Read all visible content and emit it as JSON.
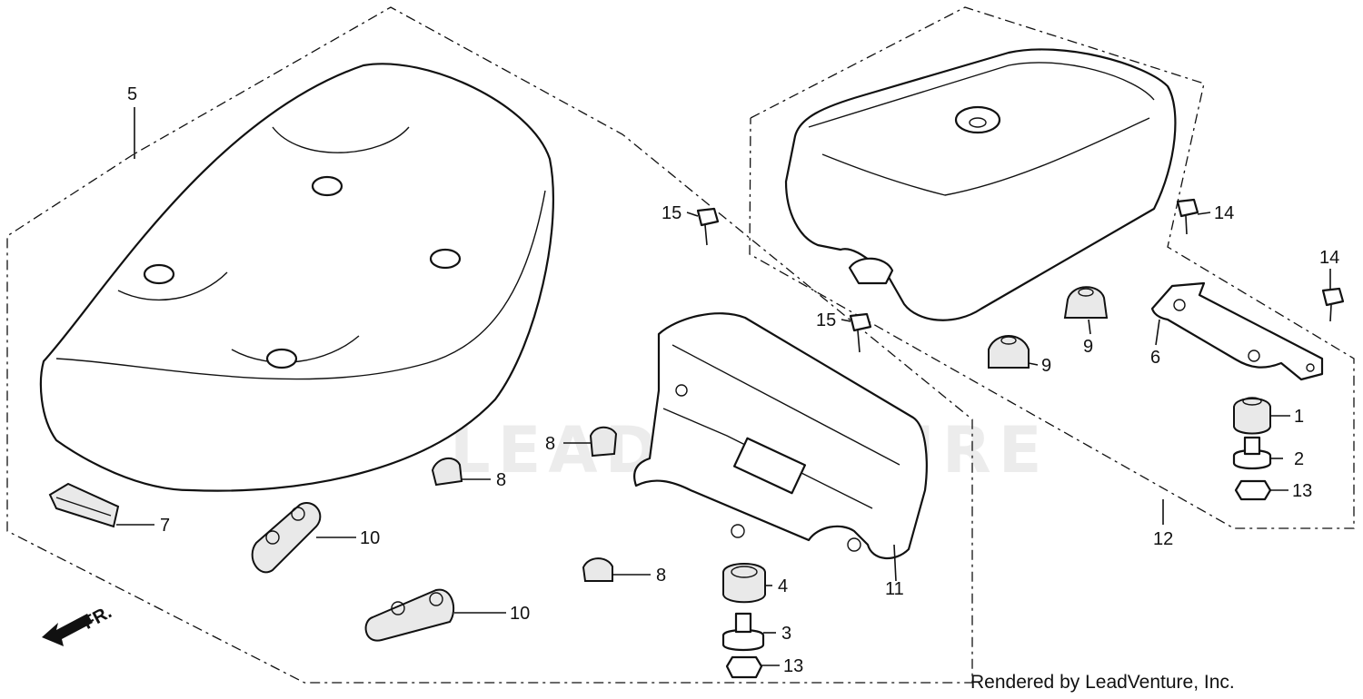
{
  "diagram": {
    "watermark": "LEADVENTURE",
    "credit": "Rendered by LeadVenture, Inc.",
    "direction_label": "FR.",
    "callouts": {
      "c1": "1",
      "c2": "2",
      "c3": "3",
      "c4": "4",
      "c5": "5",
      "c6": "6",
      "c7": "7",
      "c8a": "8",
      "c8b": "8",
      "c8c": "8",
      "c9a": "9",
      "c9b": "9",
      "c10a": "10",
      "c10b": "10",
      "c11": "11",
      "c12": "12",
      "c13a": "13",
      "c13b": "13",
      "c14a": "14",
      "c14b": "14",
      "c15a": "15",
      "c15b": "15"
    }
  }
}
